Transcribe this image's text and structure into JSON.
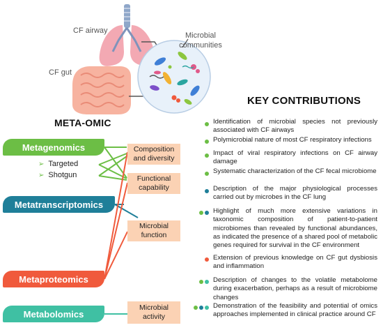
{
  "illustration": {
    "cf_airway": "CF airway",
    "cf_gut": "CF gut",
    "microbial_communities": "Microbial\ncommunities"
  },
  "meta_omic": {
    "heading": "META-OMIC",
    "metagenomics": "Metagenomics",
    "targeted": "Targeted",
    "shotgun": "Shotgun",
    "metatranscriptomics": "Metatranscriptomics",
    "metaproteomics": "Metaproteomics",
    "metabolomics": "Metabolomics"
  },
  "boxes": {
    "composition": "Composition and diversity",
    "functional": "Functional capability",
    "microbial_function": "Microbial function",
    "microbial_activity": "Microbial activity"
  },
  "contributions": {
    "heading": "KEY CONTRIBUTIONS",
    "items": [
      "Identification of microbial species not previously associated with CF airways",
      "Polymicrobial nature of most CF respiratory infections",
      "Impact of viral respiratory infections on CF airway damage",
      "Systematic characterization of the CF fecal microbiome",
      "Description of the major physiological processes carried out by microbes in the CF lung",
      "Highlight of much more extensive variations in taxonomic composition of patient-to-patient microbiomes than revealed by functional abundances, as indicated the presence of a shared pool of metabolic genes required for survival in the CF environment",
      "Extension of previous knowledge on CF gut dysbiosis and inflammation",
      "Description of changes to the volatile metabolome during exacerbation, perhaps as a result of microbiome changes",
      "Demonstration of the feasibility and potential of omics approaches implemented in clinical practice around CF"
    ]
  },
  "colors": {
    "metagenomics": "#6cbe45",
    "metatranscriptomics": "#1f7f99",
    "metaproteomics": "#f05a3c",
    "metabolomics": "#3fc0a3",
    "box": "#fbd2b4"
  }
}
